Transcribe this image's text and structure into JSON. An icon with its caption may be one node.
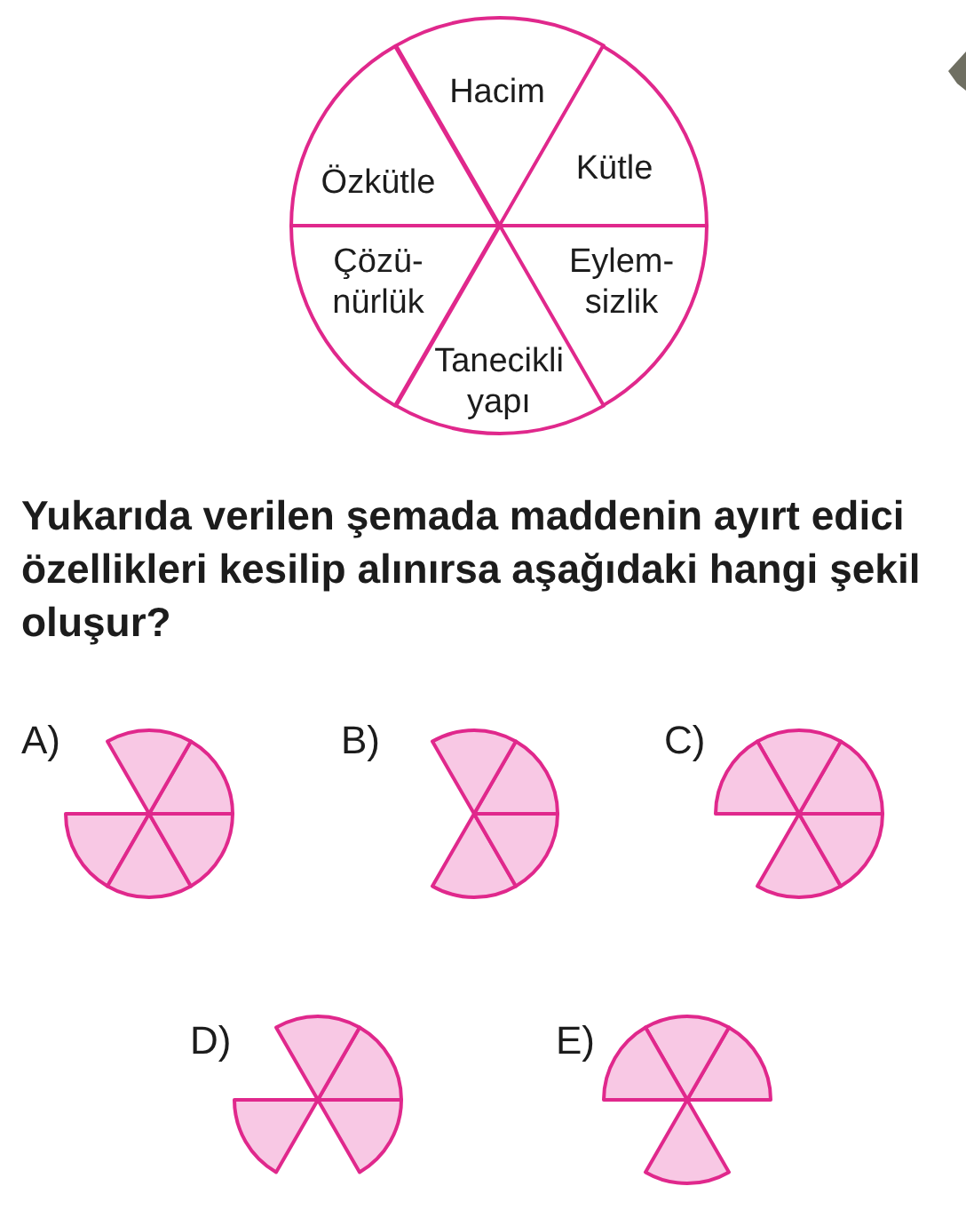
{
  "diagram": {
    "nodes": [
      {
        "text": [
          "Hacim"
        ]
      },
      {
        "text": [
          "Özkütle"
        ]
      },
      {
        "text": [
          "Kütle"
        ]
      },
      {
        "text": [
          "Çözü- nürlük"
        ]
      },
      {
        "text": [
          "Eylem- sizlik"
        ]
      },
      {
        "text": [
          "Tanecikli yapı"
        ]
      }
    ],
    "labels": [
      "Yukarıda verilen şemada maddenin ayırt edici özellikleri kesilip alınırsa aşağıdaki hangi şekil oluşur?",
      "A)",
      "B)",
      "C)",
      "D)",
      "E)"
    ]
  }
}
